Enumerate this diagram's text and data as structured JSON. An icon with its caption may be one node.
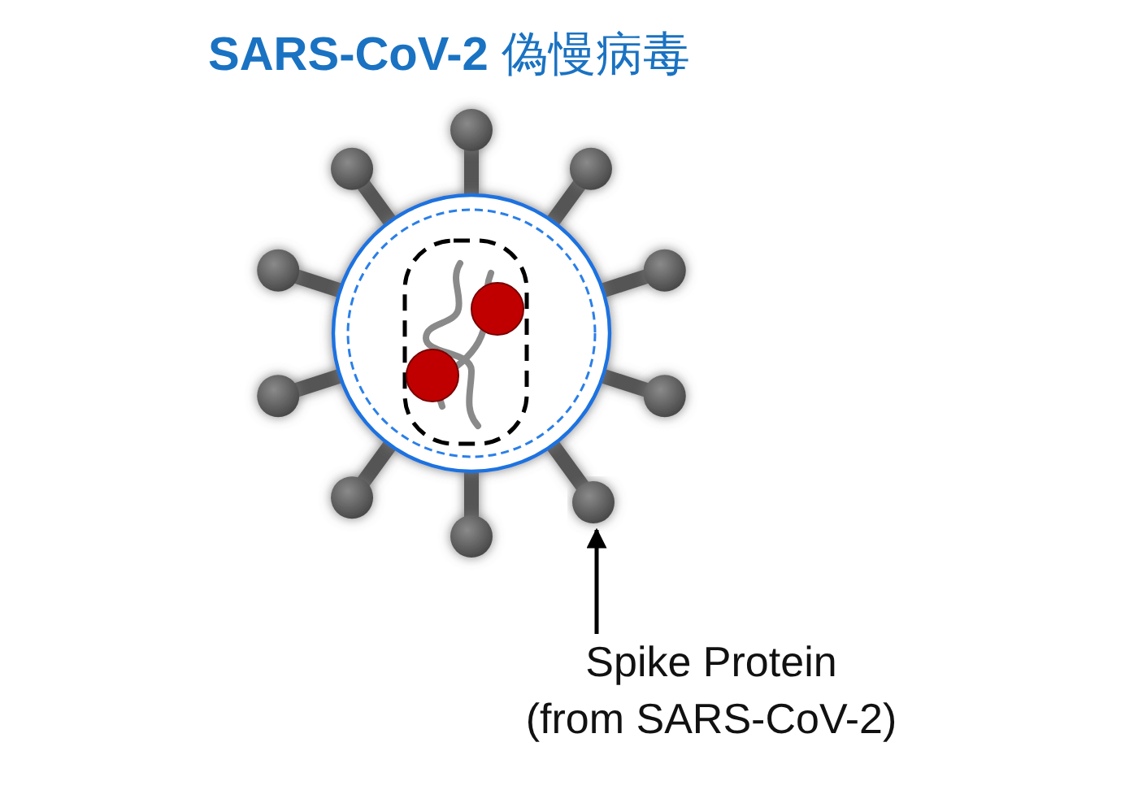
{
  "diagram": {
    "title": "**SARS-CoV-2** 偽慢病毒",
    "nodes": [
      {
        "text": [
          "Spike Protein (from SARS-CoV-2)"
        ]
      },
      {
        "text": [],
        "shape": "picture"
      }
    ],
    "edges": [
      {
        "from": 0,
        "to": 1,
        "arrow": "to"
      }
    ]
  }
}
